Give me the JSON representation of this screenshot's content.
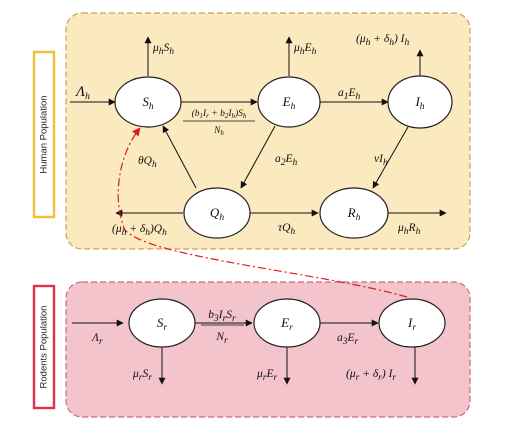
{
  "labels": {
    "human_population": "Human Population",
    "rodents_population": "Rodents Population"
  },
  "nodes": {
    "S_h": "S_h",
    "E_h": "E_h",
    "I_h": "I_h",
    "Q_h": "Q_h",
    "R_h": "R_h",
    "S_r": "S_r",
    "E_r": "E_r",
    "I_r": "I_r"
  },
  "flows": {
    "Lambda_h": "Λ_h",
    "mu_S_h": "μ_hS_h",
    "mu_E_h": "μ_hE_h",
    "mu_delta_I_h": "(μ_h + δ_h)I_h",
    "a1E_h": "a_1E_h",
    "infection_h_num": "(b_1I_r + b_2I_h)S_h",
    "infection_h_den": "N_h",
    "a2E_h": "a_2E_h",
    "theta_Q_h": "θQ_h",
    "nu_I_h": "νI_h",
    "mu_delta_Q_h": "(μ_h + δ_h)Q_h",
    "tau_Q_h": "τQ_h",
    "mu_R_h": "μ_hR_h",
    "Lambda_r": "Λ_r",
    "infection_r_num": "b_3I_rS_r",
    "infection_r_den": "N_r",
    "a3E_r": "a_3E_r",
    "mu_S_r": "μ_rS_r",
    "mu_E_r": "μ_rE_r",
    "mu_delta_I_r": "(μ_r + δ_r) I_r"
  },
  "colors": {
    "human_panel_fill": "#fbe9bf",
    "human_panel_border": "#c9a258",
    "rodent_panel_fill": "#f3c4cb",
    "rodent_panel_border": "#c86b7b",
    "human_label_border": "#f0c03a",
    "rodent_label_border": "#e0304a",
    "spillover": "#e01b1b"
  }
}
